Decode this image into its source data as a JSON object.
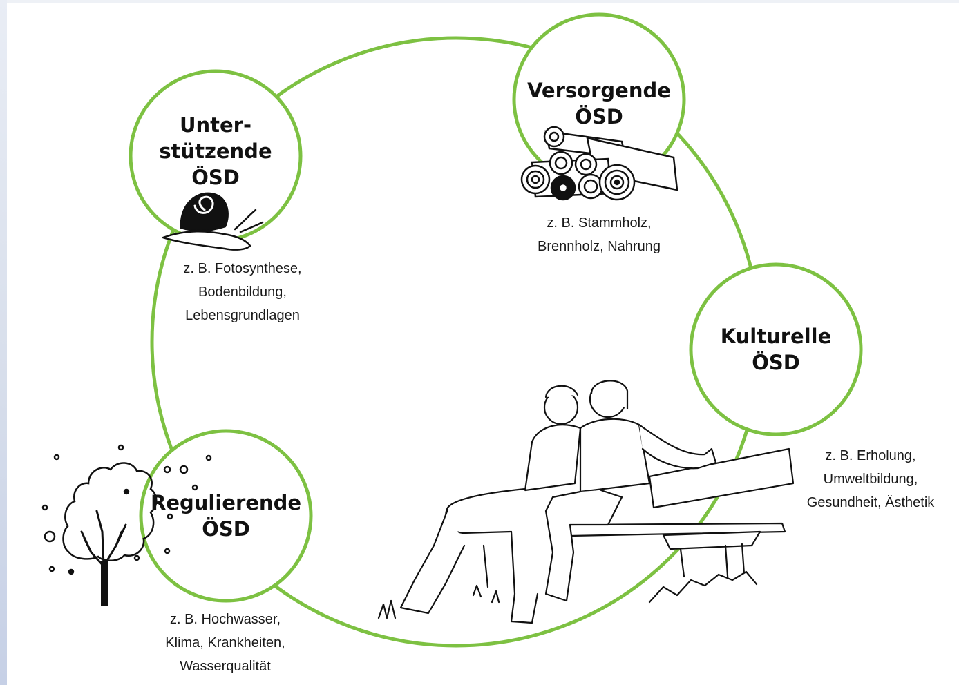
{
  "colors": {
    "ring": "#7dc142",
    "ink": "#111111",
    "background": "#ffffff"
  },
  "nodes": [
    {
      "id": "unterstuetzende",
      "title": "Unter-\nstützende\nÖSD",
      "description": "z. B. Fotosynthese,\nBodenbildung,\nLebensgrundlagen",
      "icon": "snail-icon"
    },
    {
      "id": "versorgende",
      "title": "Versorgende\nÖSD",
      "description": "z. B. Stammholz,\nBrennholz, Nahrung",
      "icon": "logs-icon"
    },
    {
      "id": "kulturelle",
      "title": "Kulturelle\nÖSD",
      "description": "z. B. Erholung,\nUmweltbildung,\nGesundheit, Ästhetik",
      "icon": "couple-on-bench-icon"
    },
    {
      "id": "regulierende",
      "title": "Regulierende\nÖSD",
      "description": "z. B. Hochwasser,\nKlima, Krankheiten,\nWasserqualität",
      "icon": "tree-icon"
    }
  ]
}
